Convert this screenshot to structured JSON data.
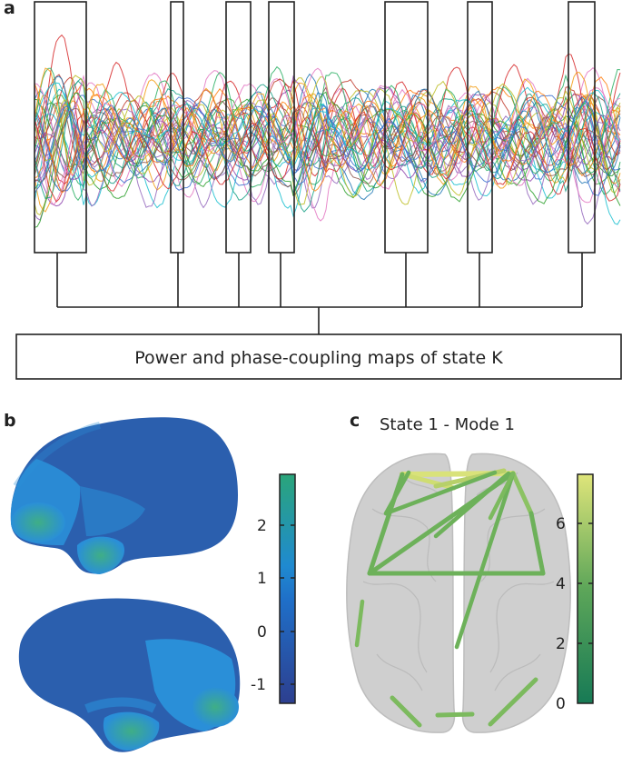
{
  "panel_a": {
    "letter": "a",
    "caption": "Power and phase-coupling maps of state K"
  },
  "panel_b": {
    "letter": "b",
    "colorbar_ticks": [
      "2",
      "1",
      "0",
      "-1"
    ],
    "colors": {
      "bar_low": "#2d3f8f",
      "bar_mid": "#1f8ad0",
      "bar_high": "#2aa57a",
      "brain_base": "#2b5fae",
      "brain_light": "#2a8fd8",
      "brain_hot": "#3aa98a"
    }
  },
  "panel_c": {
    "letter": "c",
    "title": "State 1 - Mode 1",
    "colorbar_ticks": [
      "6",
      "4",
      "2",
      "0"
    ],
    "colors": {
      "bar_low": "#177a55",
      "bar_mid": "#5da659",
      "bar_high": "#dfe57a",
      "brain_fill": "#cfcfcf",
      "edge": "#6db15a"
    }
  }
}
